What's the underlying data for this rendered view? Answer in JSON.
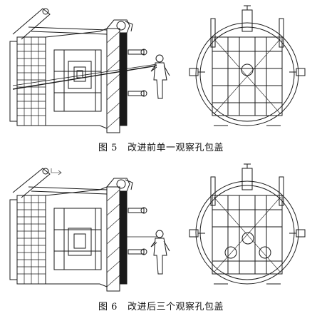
{
  "figures": [
    {
      "number": "图 5",
      "title": "改进前单一观察孔包盖",
      "ports": 1
    },
    {
      "number": "图 6",
      "title": "改进后三个观察孔包盖",
      "ports": 3
    }
  ],
  "colors": {
    "line": "#1a1a1a",
    "hatch": "#333333",
    "paper": "#ffffff"
  }
}
